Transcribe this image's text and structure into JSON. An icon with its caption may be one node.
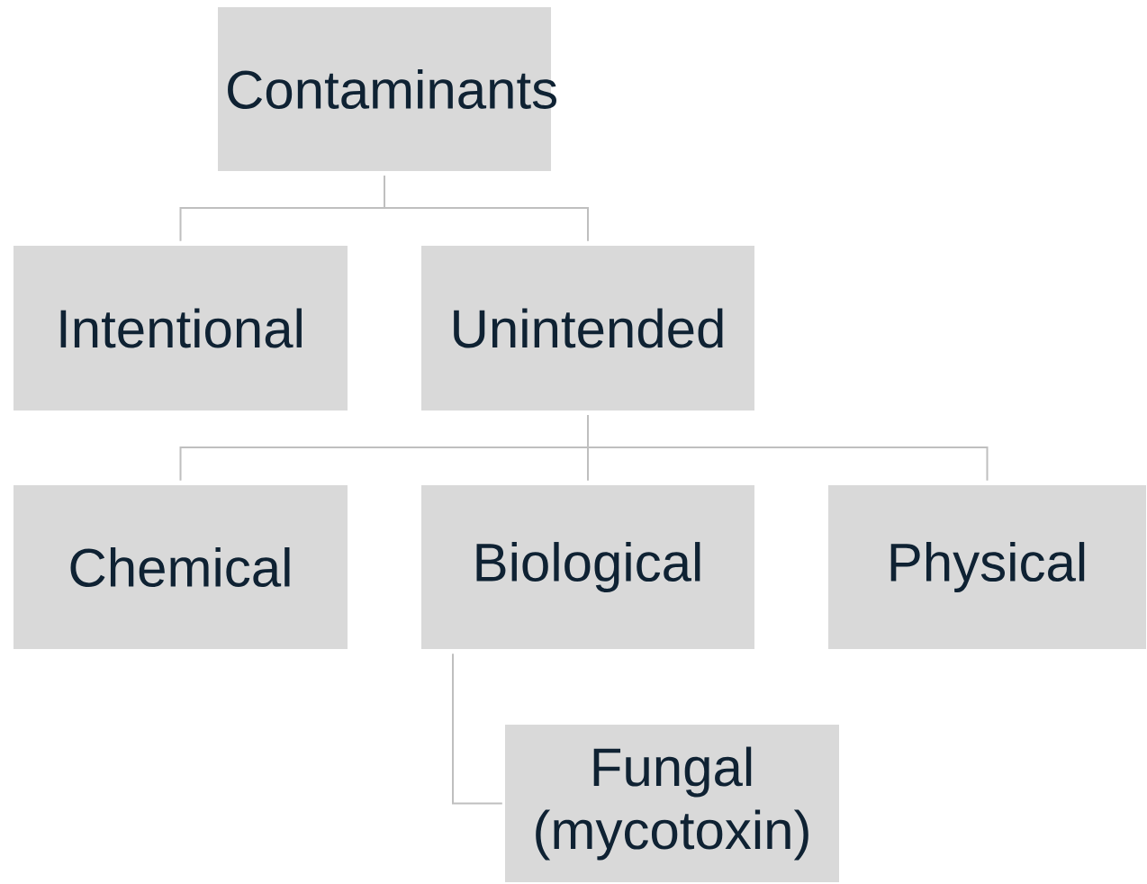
{
  "diagram": {
    "nodes": [
      {
        "text": [
          "Contaminants"
        ]
      },
      {
        "text": [
          "Intentional"
        ]
      },
      {
        "text": [
          "Unintended"
        ]
      },
      {
        "text": [
          "Chemical"
        ]
      },
      {
        "text": [
          "Biological"
        ]
      },
      {
        "text": [
          "Physical"
        ]
      },
      {
        "text": [
          "Fungal (mycotoxin)"
        ]
      }
    ],
    "edges": [
      {
        "from": 0,
        "to": 1,
        "arrow": "none"
      },
      {
        "from": 0,
        "to": 2,
        "arrow": "none"
      },
      {
        "from": 2,
        "to": 3,
        "arrow": "none"
      },
      {
        "from": 2,
        "to": 4,
        "arrow": "none"
      },
      {
        "from": 2,
        "to": 5,
        "arrow": "none"
      },
      {
        "from": 4,
        "to": 6,
        "arrow": "none"
      }
    ]
  }
}
